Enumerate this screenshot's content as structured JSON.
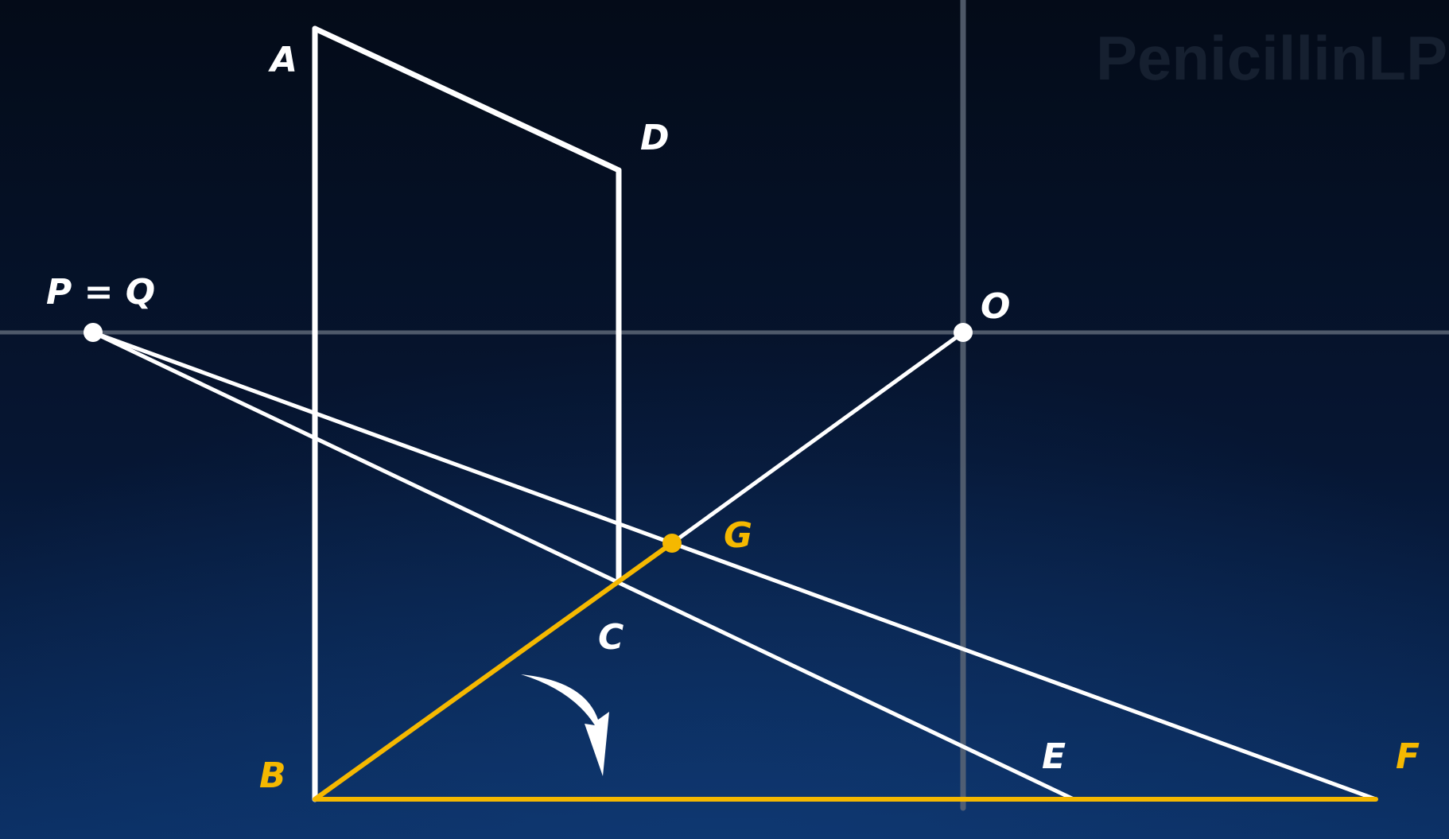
{
  "labels": {
    "A": "A",
    "B": "B",
    "C": "C",
    "D": "D",
    "E": "E",
    "F": "F",
    "G": "G",
    "O": "O",
    "PQ": "P = Q"
  },
  "watermark": "PenicillinLP",
  "colors": {
    "background_top": "#040b18",
    "background_bottom": "#0b2f63",
    "line": "#ffffff",
    "highlight": "#f5b800",
    "guide": "#5c6675"
  }
}
